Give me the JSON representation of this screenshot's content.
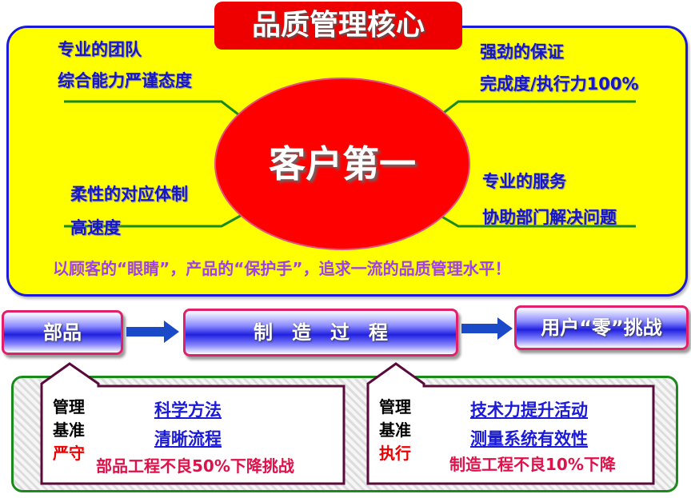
{
  "title": "品质管理核心",
  "center": "客户第一",
  "top_left": [
    "专业的团队",
    "综合能力严谨态度"
  ],
  "top_right": [
    "强劲的保证",
    "完成度/执行力100%"
  ],
  "bottom_left": [
    "柔性的对应体制",
    "高速度"
  ],
  "bottom_right": [
    "专业的服务",
    "协助部门解决问题"
  ],
  "slogan": "以顾客的“眼睛”，产品的“保护手”，追求一流的品质管理水平！",
  "flow": [
    "部品",
    "制　造　过　程",
    "用户“零”挑战"
  ],
  "left_box": {
    "label1": "管理",
    "label2": "基准",
    "label3": "严守",
    "links": [
      "科学方法",
      "清晰流程"
    ],
    "goal": "部品工程不良50%下降挑战"
  },
  "right_box": {
    "label1": "管理",
    "label2": "基准",
    "label3": "执行",
    "links": [
      "技术力提升活动",
      "测量系统有效性"
    ],
    "goal": "制造工程不良10%下降"
  }
}
